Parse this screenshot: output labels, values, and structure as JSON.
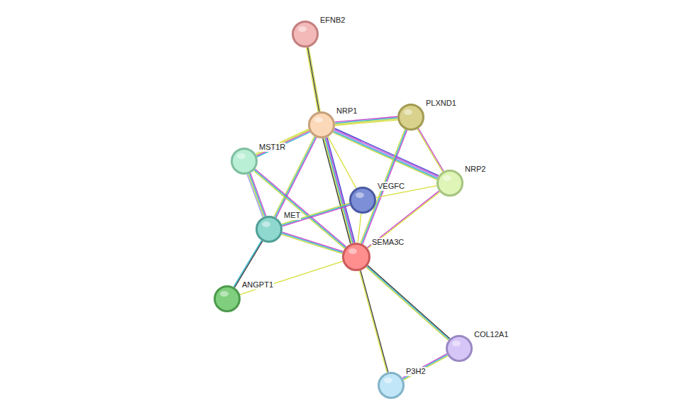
{
  "diagram": {
    "nodes": [
      {
        "text": [
          "EFNB2"
        ]
      },
      {
        "text": [
          "NRP1"
        ]
      },
      {
        "text": [
          "PLXND1"
        ]
      },
      {
        "text": [
          "MST1R"
        ]
      },
      {
        "text": [
          "NRP2"
        ]
      },
      {
        "text": [
          "VEGFC"
        ]
      },
      {
        "text": [
          "MET"
        ]
      },
      {
        "text": [
          "SEMA3C"
        ]
      },
      {
        "text": [
          "ANGPT1"
        ]
      },
      {
        "text": [
          "COL12A1"
        ]
      },
      {
        "text": [
          "P3H2"
        ]
      }
    ],
    "edges": [
      {
        "from": 0,
        "to": 1,
        "arrow": "none"
      },
      {
        "from": 1,
        "to": 2,
        "arrow": "none"
      },
      {
        "from": 1,
        "to": 4,
        "arrow": "none"
      },
      {
        "from": 1,
        "to": 3,
        "arrow": "none"
      },
      {
        "from": 1,
        "to": 6,
        "arrow": "none"
      },
      {
        "from": 1,
        "to": 7,
        "arrow": "none"
      },
      {
        "from": 1,
        "to": 5,
        "arrow": "none"
      },
      {
        "from": 2,
        "to": 4,
        "arrow": "none"
      },
      {
        "from": 2,
        "to": 7,
        "arrow": "none"
      },
      {
        "from": 3,
        "to": 6,
        "arrow": "none"
      },
      {
        "from": 3,
        "to": 7,
        "arrow": "none"
      },
      {
        "from": 5,
        "to": 6,
        "arrow": "none"
      },
      {
        "from": 5,
        "to": 4,
        "arrow": "none"
      },
      {
        "from": 5,
        "to": 7,
        "arrow": "none"
      },
      {
        "from": 6,
        "to": 7,
        "arrow": "none"
      },
      {
        "from": 6,
        "to": 8,
        "arrow": "none"
      },
      {
        "from": 7,
        "to": 4,
        "arrow": "none"
      },
      {
        "from": 7,
        "to": 8,
        "arrow": "none"
      },
      {
        "from": 7,
        "to": 9,
        "arrow": "none"
      },
      {
        "from": 7,
        "to": 10,
        "arrow": "none"
      },
      {
        "from": 10,
        "to": 9,
        "arrow": "none"
      }
    ]
  }
}
